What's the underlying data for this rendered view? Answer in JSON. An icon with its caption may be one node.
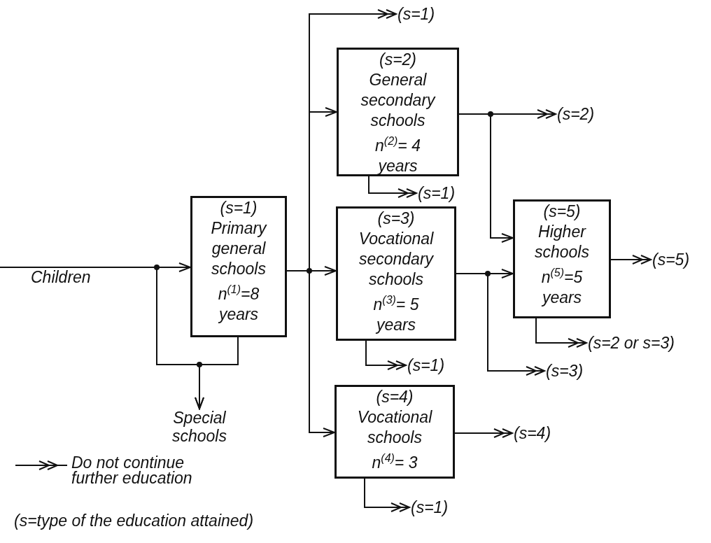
{
  "diagram": {
    "nodes": [
      {
        "text": [
          "Children"
        ]
      },
      {
        "text": [
          "(s=1)",
          "Primary general schools",
          "n$^{(1)}$=8 years"
        ]
      },
      {
        "text": [
          "Special schools"
        ]
      },
      {
        "text": [
          "(s=2)",
          "General secondary schools",
          "n$^{(2)}$= 4 years"
        ]
      },
      {
        "text": [
          "(s=3)",
          "Vocational secondary schools",
          "n$^{(3)}$= 5 years"
        ]
      },
      {
        "text": [
          "(s=4)",
          "Vocational schools",
          "n$^{(4)}$= 3"
        ]
      },
      {
        "text": [
          "(s=5)",
          "Higher schools",
          "n$^{(5)}$=5 years"
        ]
      },
      {
        "text": [
          "(s=1)"
        ]
      },
      {
        "text": [
          "(s=2)"
        ]
      },
      {
        "text": [
          "(s=1)"
        ]
      },
      {
        "text": [
          "(s=5)"
        ]
      },
      {
        "text": [
          "(s=2 or s=3)"
        ]
      },
      {
        "text": [
          "(s=1)"
        ]
      },
      {
        "text": [
          "(s=3)"
        ]
      },
      {
        "text": [
          "(s=4)"
        ]
      },
      {
        "text": [
          "(s=1)"
        ]
      }
    ],
    "edges": [
      {
        "from": 0,
        "to": 1,
        "arrow": "to"
      },
      {
        "from": 0,
        "to": 2,
        "arrow": "to"
      },
      {
        "from": 1,
        "to": 2,
        "arrow": "to"
      },
      {
        "from": 1,
        "to": 3,
        "arrow": "to"
      },
      {
        "from": 1,
        "to": 7,
        "arrow": "to"
      },
      {
        "from": 1,
        "to": 4,
        "arrow": "to"
      },
      {
        "from": 1,
        "to": 5,
        "arrow": "to"
      },
      {
        "from": 3,
        "to": 8,
        "arrow": "to"
      },
      {
        "from": 3,
        "to": 6,
        "arrow": "to"
      },
      {
        "from": 3,
        "to": 9,
        "arrow": "to"
      },
      {
        "from": 4,
        "to": 6,
        "arrow": "to"
      },
      {
        "from": 4,
        "to": 13,
        "arrow": "to"
      },
      {
        "from": 4,
        "to": 12,
        "arrow": "to"
      },
      {
        "from": 5,
        "to": 14,
        "arrow": "to"
      },
      {
        "from": 5,
        "to": 15,
        "arrow": "to"
      },
      {
        "from": 6,
        "to": 10,
        "arrow": "to"
      },
      {
        "from": 6,
        "to": 11,
        "arrow": "to"
      }
    ],
    "labels": [
      "(s=type of the education attained)"
    ],
    "legend": [
      {
        "text": "Do not continue further education"
      }
    ]
  }
}
